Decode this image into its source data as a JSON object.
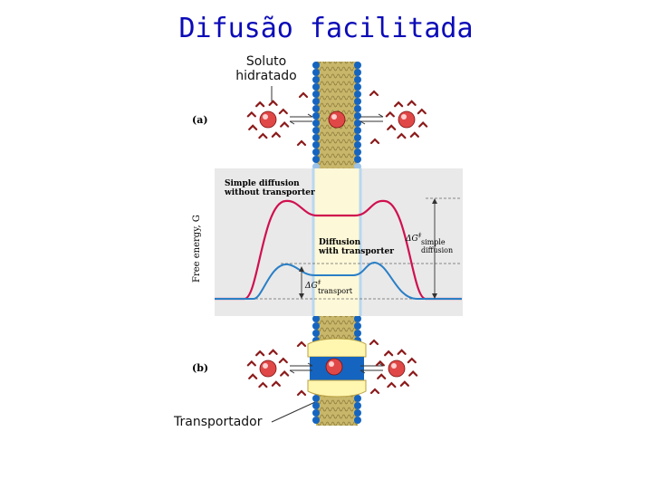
{
  "slide": {
    "title": "Difusão facilitada"
  },
  "callouts": {
    "hydrated_solute_line1": "Soluto",
    "hydrated_solute_line2": "hidratado",
    "transporter": "Transportador"
  },
  "figure": {
    "panel_a": "(a)",
    "panel_b": "(b)",
    "yaxis_label": "Free energy, G",
    "simple_line1": "Simple diffusion",
    "simple_line2": "without transporter",
    "transporter_line1": "Diffusion",
    "transporter_line2": "with transporter",
    "dg_simple_sub1": "simple",
    "dg_simple_sub2": "diffusion",
    "dg_transport_sub": "transport",
    "dg_symbol": "ΔG",
    "dg_sup": "‡"
  },
  "colors": {
    "title": "#0b0bb8",
    "membrane_head": "#1565c0",
    "membrane_tail": "#c8b66a",
    "energy_box": "#e9e9e9",
    "simple_curve": "#d0104f",
    "transport_curve": "#2a7fc6",
    "solute": "#e04848",
    "water": "#8b1a1a",
    "transporter": "#fff6b0"
  }
}
